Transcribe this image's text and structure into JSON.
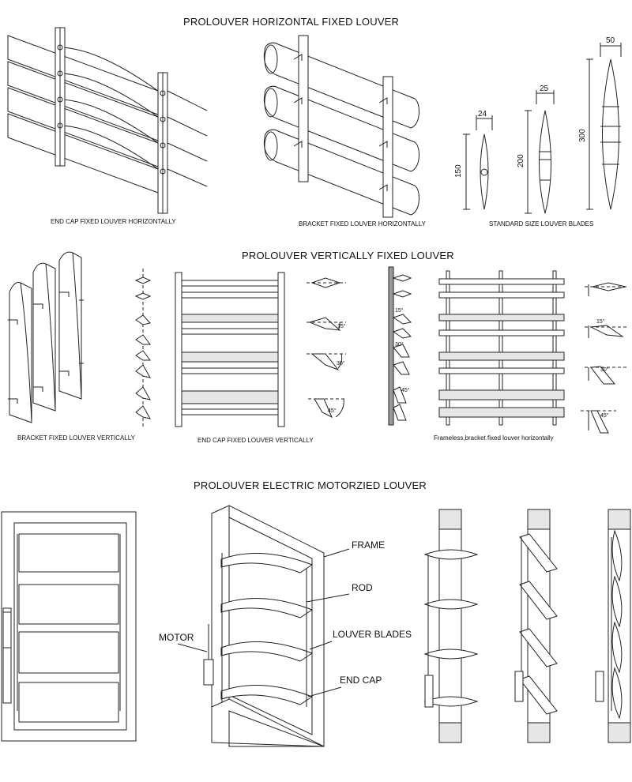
{
  "sections": {
    "horizontal": {
      "title": "PROLOUVER HORIZONTAL FIXED LOUVER",
      "captions": [
        "END CAP FIXED LOUVER HORIZONTALLY",
        "BRACKET FIXED LOUVER HORIZONTALLY",
        "STANDARD SIZE LOUVER BLADES"
      ],
      "blade_dims": [
        {
          "width": "24",
          "height": "150"
        },
        {
          "width": "25",
          "height": "200"
        },
        {
          "width": "50",
          "height": "300"
        }
      ]
    },
    "vertical": {
      "title": "PROLOUVER VERTICALLY FIXED LOUVER",
      "captions": [
        "BRACKET FIXED LOUVER VERTICALLY",
        "END CAP FIXED LOUVER VERTICALLY",
        "Frameless,bracket fixed louver horizontally"
      ],
      "angles": [
        "15°",
        "30°",
        "45°"
      ]
    },
    "motorized": {
      "title": "PROLOUVER ELECTRIC MOTORZIED LOUVER",
      "labels": {
        "frame": "FRAME",
        "rod": "ROD",
        "louver_blades": "LOUVER BLADES",
        "end_cap": "END CAP",
        "motor": "MOTOR"
      }
    }
  },
  "colors": {
    "line": "#222222",
    "fill_grey": "#d9d9d9",
    "panel_grey": "#e6e6e6"
  }
}
